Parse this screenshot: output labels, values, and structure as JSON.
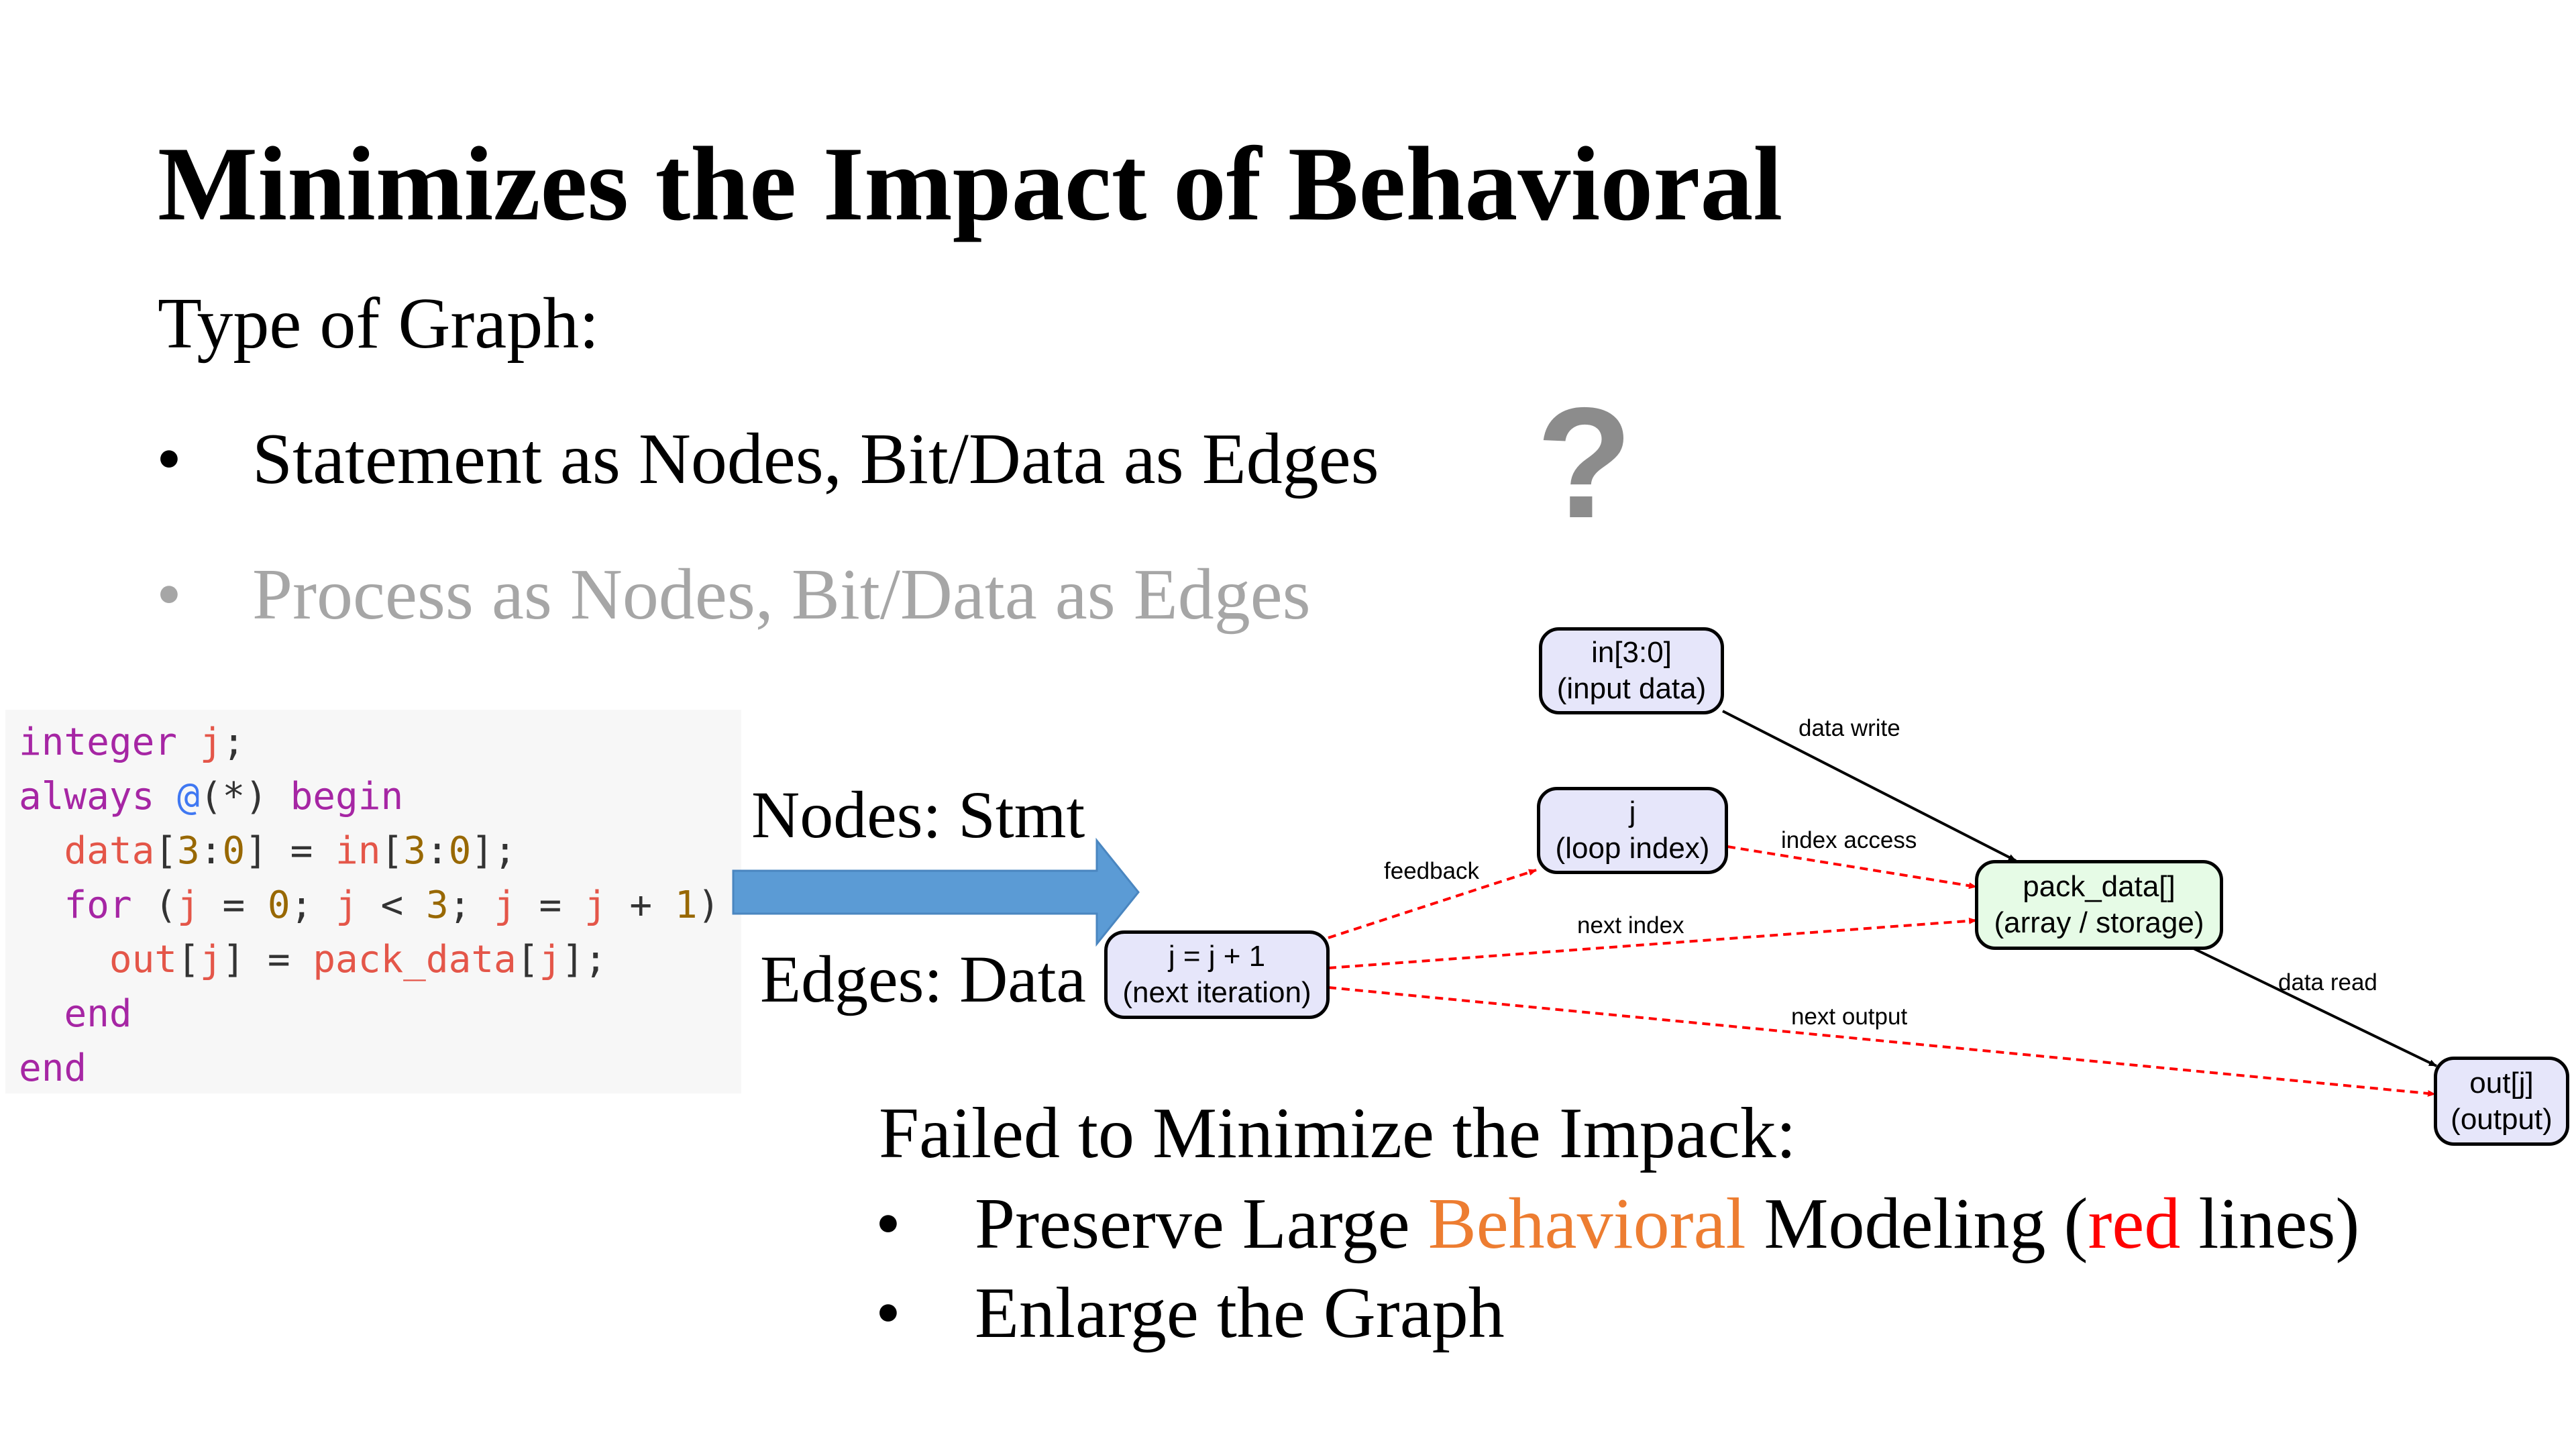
{
  "slide": {
    "title": "Minimizes the Impact of Behavioral",
    "subtitle": "Type of Graph:",
    "bullets": [
      {
        "marker": "•",
        "text": "Statement as Nodes, Bit/Data as Edges"
      },
      {
        "marker": "•",
        "text": "Process as Nodes, Bit/Data as Edges"
      }
    ],
    "question_mark": "?",
    "colors": {
      "dimmed": "#a6a6a6",
      "question": "#8c8c8c",
      "arrow": "#5b9bd5",
      "highlight_orange": "#ed7d31",
      "highlight_red": "#ff0000",
      "edge_red": "#ff0000"
    }
  },
  "code": {
    "lines": [
      [
        {
          "t": "integer ",
          "c": "kw"
        },
        {
          "t": "j",
          "c": "var"
        },
        {
          "t": ";",
          "c": "op"
        }
      ],
      [
        {
          "t": "always ",
          "c": "kw"
        },
        {
          "t": "@",
          "c": "at"
        },
        {
          "t": "(*) ",
          "c": "op"
        },
        {
          "t": "begin",
          "c": "kw"
        }
      ],
      [
        {
          "t": "  ",
          "c": "op"
        },
        {
          "t": "data",
          "c": "var"
        },
        {
          "t": "[",
          "c": "op"
        },
        {
          "t": "3",
          "c": "num"
        },
        {
          "t": ":",
          "c": "op"
        },
        {
          "t": "0",
          "c": "num"
        },
        {
          "t": "] = ",
          "c": "op"
        },
        {
          "t": "in",
          "c": "var"
        },
        {
          "t": "[",
          "c": "op"
        },
        {
          "t": "3",
          "c": "num"
        },
        {
          "t": ":",
          "c": "op"
        },
        {
          "t": "0",
          "c": "num"
        },
        {
          "t": "];",
          "c": "op"
        }
      ],
      [
        {
          "t": "  ",
          "c": "op"
        },
        {
          "t": "for",
          "c": "kw"
        },
        {
          "t": " (",
          "c": "op"
        },
        {
          "t": "j",
          "c": "var"
        },
        {
          "t": " = ",
          "c": "op"
        },
        {
          "t": "0",
          "c": "num"
        },
        {
          "t": "; ",
          "c": "op"
        },
        {
          "t": "j",
          "c": "var"
        },
        {
          "t": " < ",
          "c": "op"
        },
        {
          "t": "3",
          "c": "num"
        },
        {
          "t": "; ",
          "c": "op"
        },
        {
          "t": "j",
          "c": "var"
        },
        {
          "t": " = ",
          "c": "op"
        },
        {
          "t": "j",
          "c": "var"
        },
        {
          "t": " + ",
          "c": "op"
        },
        {
          "t": "1",
          "c": "num"
        },
        {
          "t": ")",
          "c": "op"
        }
      ],
      [
        {
          "t": "    ",
          "c": "op"
        },
        {
          "t": "out",
          "c": "var"
        },
        {
          "t": "[",
          "c": "op"
        },
        {
          "t": "j",
          "c": "var"
        },
        {
          "t": "] = ",
          "c": "op"
        },
        {
          "t": "pack_data",
          "c": "var"
        },
        {
          "t": "[",
          "c": "op"
        },
        {
          "t": "j",
          "c": "var"
        },
        {
          "t": "];",
          "c": "op"
        }
      ],
      [
        {
          "t": "  ",
          "c": "op"
        },
        {
          "t": "end",
          "c": "kw"
        }
      ],
      [
        {
          "t": "end",
          "c": "kw"
        }
      ]
    ]
  },
  "mapping": {
    "nodes_label": "Nodes: Stmt",
    "edges_label": "Edges: Data"
  },
  "graph": {
    "nodes": {
      "in": {
        "line1": "in[3:0]",
        "line2": "(input data)"
      },
      "j": {
        "line1": "j",
        "line2": "(loop index)"
      },
      "jinc": {
        "line1": "j = j + 1",
        "line2": "(next iteration)"
      },
      "pack": {
        "line1": "pack_data[]",
        "line2": "(array / storage)"
      },
      "out": {
        "line1": "out[j]",
        "line2": "(output)"
      }
    },
    "edges": {
      "data_write": "data write",
      "feedback": "feedback",
      "index_access": "index access",
      "next_index": "next index",
      "data_read": "data read",
      "next_output": "next output"
    }
  },
  "conclusion": {
    "heading": "Failed to Minimize the Impack:",
    "bullet1": {
      "marker": "•",
      "pre": "Preserve Large ",
      "highlight1": "Behavioral",
      "mid": " Modeling (",
      "highlight2": "red",
      "post": " lines)"
    },
    "bullet2": {
      "marker": "•",
      "text": "Enlarge the Graph"
    }
  }
}
